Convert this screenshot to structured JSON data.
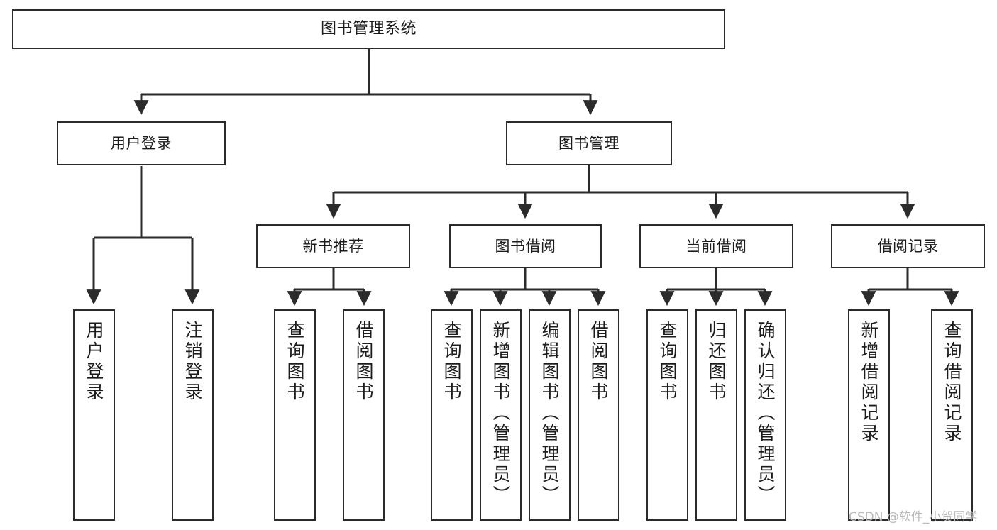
{
  "diagram": {
    "type": "tree-hierarchy",
    "title": "图书管理系统",
    "colors": {
      "line": "#2b2b2b",
      "box_border": "#2b2b2b",
      "box_fill": "#ffffff",
      "text": "#1c1c1c",
      "watermark": "#b9b9b9",
      "background": "#ffffff"
    }
  },
  "nodes": {
    "root": {
      "label": "图书管理系统"
    },
    "level1": [
      {
        "id": "user-login",
        "label": "用户登录"
      },
      {
        "id": "book-management",
        "label": "图书管理"
      }
    ],
    "level2": [
      {
        "id": "new-book-recommend",
        "label": "新书推荐"
      },
      {
        "id": "book-borrow",
        "label": "图书借阅"
      },
      {
        "id": "current-borrow",
        "label": "当前借阅"
      },
      {
        "id": "borrow-record",
        "label": "借阅记录"
      }
    ],
    "leaves": {
      "user_login": [
        {
          "id": "leaf-user-login",
          "label": "用户登录"
        },
        {
          "id": "leaf-logout-login",
          "label": "注销登录"
        }
      ],
      "new_book_recommend": [
        {
          "id": "leaf-query-book-1",
          "label": "查询图书"
        },
        {
          "id": "leaf-borrow-book-1",
          "label": "借阅图书"
        }
      ],
      "book_borrow": [
        {
          "id": "leaf-query-book-2",
          "label": "查询图书"
        },
        {
          "id": "leaf-add-book",
          "label": "新增图书（管理员）"
        },
        {
          "id": "leaf-edit-book",
          "label": "编辑图书（管理员）"
        },
        {
          "id": "leaf-borrow-book-2",
          "label": "借阅图书"
        }
      ],
      "current_borrow": [
        {
          "id": "leaf-query-book-3",
          "label": "查询图书"
        },
        {
          "id": "leaf-return-book",
          "label": "归还图书"
        },
        {
          "id": "leaf-confirm-return",
          "label": "确认归还（管理员）"
        }
      ],
      "borrow_record": [
        {
          "id": "leaf-add-borrow-record",
          "label": "新增借阅记录"
        },
        {
          "id": "leaf-query-borrow-record",
          "label": "查询借阅记录"
        }
      ]
    }
  },
  "watermark": {
    "text": "CSDN @软件_小贺同学"
  }
}
